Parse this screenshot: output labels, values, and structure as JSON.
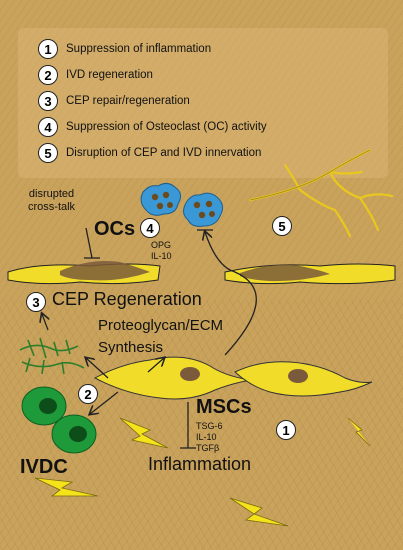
{
  "legend": [
    {
      "number": "1",
      "text": "Suppression of inflammation"
    },
    {
      "number": "2",
      "text": "IVD regeneration"
    },
    {
      "number": "3",
      "text": "CEP repair/regeneration"
    },
    {
      "number": "4",
      "text": "Suppression of Osteoclast (OC) activity"
    },
    {
      "number": "5",
      "text": "Disruption of CEP and IVD innervation"
    }
  ],
  "labels": {
    "disrupted_crosstalk": "disrupted\ncross-talk",
    "ocs": "OCs",
    "opg": "OPG",
    "il10_oc": "IL-10",
    "cep_regeneration": "CEP Regeneration",
    "proteoglycan": "Proteoglycan/ECM",
    "synthesis": "Synthesis",
    "mscs": "MSCs",
    "tsg6": "TSG-6",
    "il10_msc": "IL-10",
    "tgfb": "TGFβ",
    "inflammation": "Inflammation",
    "ivdc": "IVDC"
  },
  "badges": {
    "oc": "4",
    "nerve": "5",
    "cep": "3",
    "ivd": "2",
    "inflammation": "1"
  },
  "colors": {
    "background": "#c9a35c",
    "cell_yellow": "#f2dc2a",
    "cell_brown": "#7a5a3a",
    "oc_blue": "#3a98d6",
    "ivdc_green": "#1f9a3a",
    "nerve": "#e8c81e",
    "lightning": "#f4e21a"
  }
}
